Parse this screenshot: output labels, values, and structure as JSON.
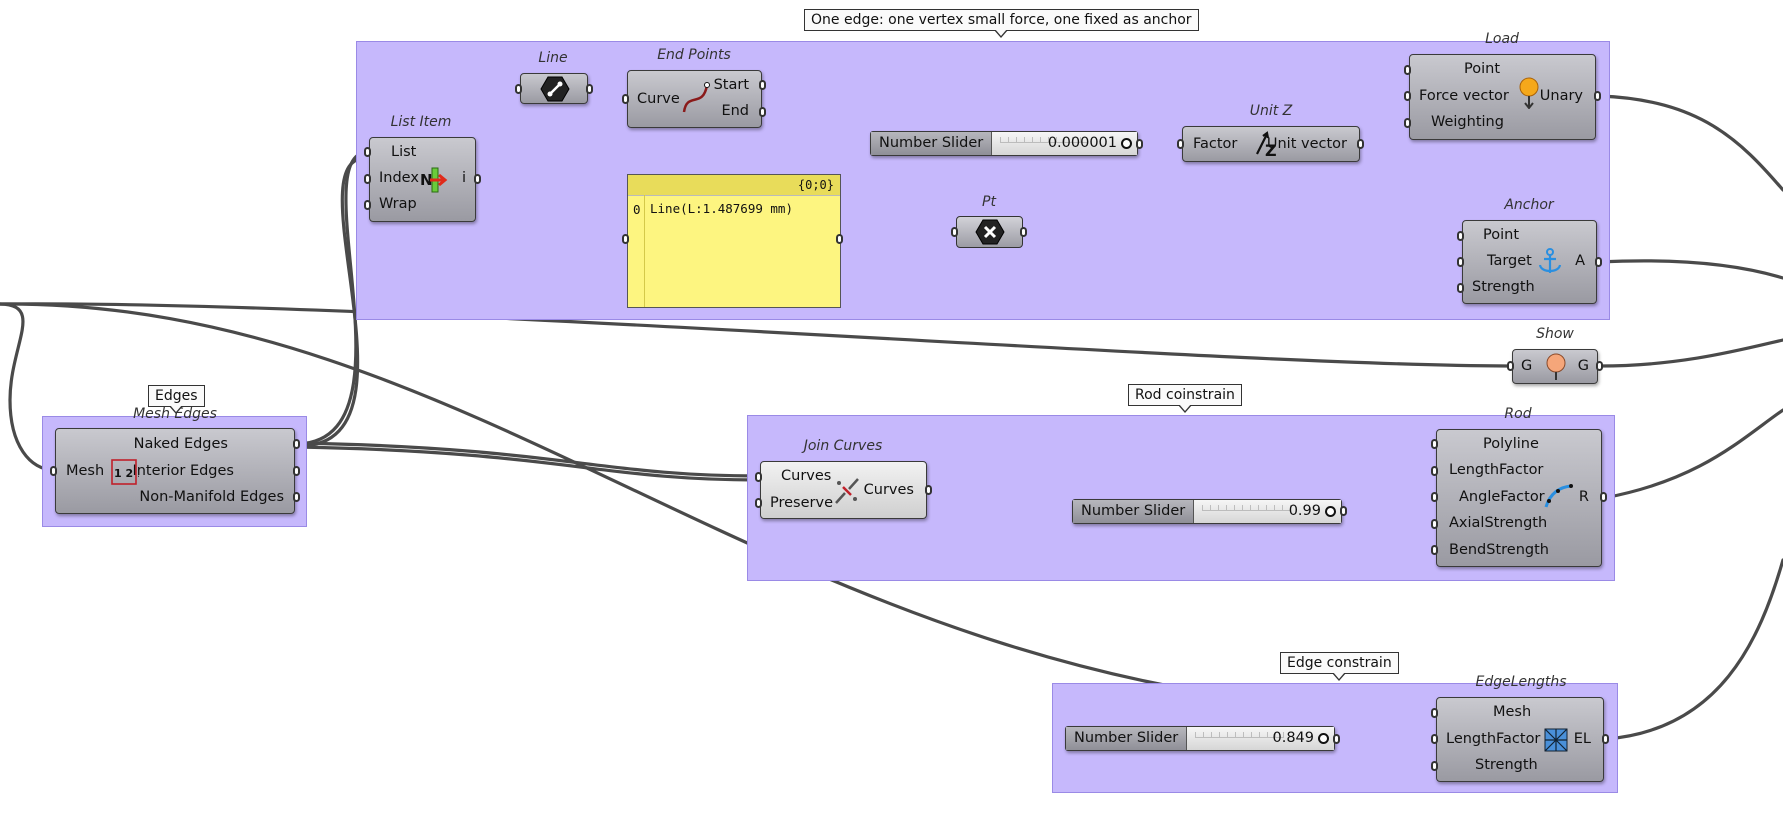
{
  "callouts": {
    "edge_group": "One edge: one vertex small force, one fixed as anchor",
    "edges": "Edges",
    "rod": "Rod coinstrain",
    "edge_constrain": "Edge constrain"
  },
  "nodes": {
    "list_item": {
      "title": "List Item",
      "inputs": [
        "List",
        "Index",
        "Wrap"
      ],
      "output": "i"
    },
    "line": {
      "title": "Line"
    },
    "end_points": {
      "title": "End Points",
      "input": "Curve",
      "outputs": [
        "Start",
        "End"
      ]
    },
    "panel": {
      "header": "{0;0}",
      "index": "0",
      "value": "Line(L:1.487699 mm)"
    },
    "number_slider_unitz": {
      "label": "Number Slider",
      "value": "0.000001"
    },
    "unit_z": {
      "title": "Unit Z",
      "input": "Factor",
      "output": "Unit vector"
    },
    "load": {
      "title": "Load",
      "inputs": [
        "Point",
        "Force vector",
        "Weighting"
      ],
      "output": "Unary"
    },
    "pt": {
      "title": "Pt"
    },
    "anchor": {
      "title": "Anchor",
      "inputs": [
        "Point",
        "Target",
        "Strength"
      ],
      "output": "A"
    },
    "show": {
      "title": "Show",
      "input": "G",
      "output": "G"
    },
    "mesh_edges": {
      "title": "Mesh Edges",
      "input": "Mesh",
      "outputs": [
        "Naked Edges",
        "Interior Edges",
        "Non-Manifold Edges"
      ]
    },
    "join_curves": {
      "title": "Join Curves",
      "inputs": [
        "Curves",
        "Preserve"
      ],
      "output": "Curves"
    },
    "number_slider_rod": {
      "label": "Number Slider",
      "value": "0.99"
    },
    "rod": {
      "title": "Rod",
      "inputs": [
        "Polyline",
        "LengthFactor",
        "AngleFactor",
        "AxialStrength",
        "BendStrength"
      ],
      "output": "R"
    },
    "number_slider_edge": {
      "label": "Number Slider",
      "value": "0.849"
    },
    "edge_lengths": {
      "title": "EdgeLengths",
      "inputs": [
        "Mesh",
        "LengthFactor",
        "Strength"
      ],
      "output": "EL"
    }
  },
  "colors": {
    "group_fill": "#c6b8fc",
    "wire": "#4a4a4a",
    "panel_fill": "#fdf580"
  }
}
